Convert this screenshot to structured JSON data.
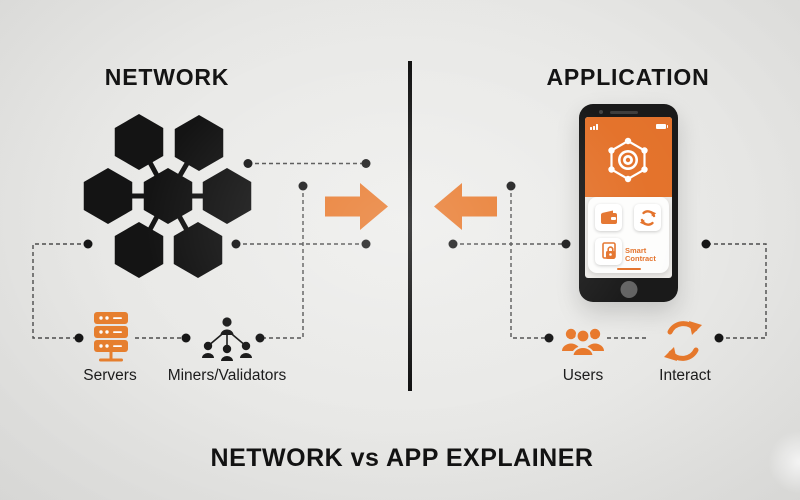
{
  "left": {
    "title": "NETWORK",
    "items": [
      {
        "label": "Servers",
        "icon": "server-stack-icon"
      },
      {
        "label": "Miners/Validators",
        "icon": "people-network-icon"
      }
    ]
  },
  "right": {
    "title": "APPLICATION",
    "items": [
      {
        "label": "Users",
        "icon": "user-group-icon"
      },
      {
        "label": "Interact",
        "icon": "circular-arrows-icon"
      }
    ]
  },
  "phone": {
    "app_label": "Smart Contract"
  },
  "footer": {
    "title": "NETWORK vs APP EXPLAINER"
  },
  "icons": {
    "left_graphic": "hexagon-network-icon",
    "flow_left_to_center": "arrow-right-icon",
    "flow_right_to_center": "arrow-left-icon",
    "phone_logo": "hexagon-node-logo-icon",
    "phone_tiles": [
      "wallet-icon",
      "refresh-icon",
      "contract-lock-icon"
    ]
  },
  "colors": {
    "accent_orange": "#E8792C",
    "ink_black": "#141414",
    "background": "#E9E9E7"
  }
}
